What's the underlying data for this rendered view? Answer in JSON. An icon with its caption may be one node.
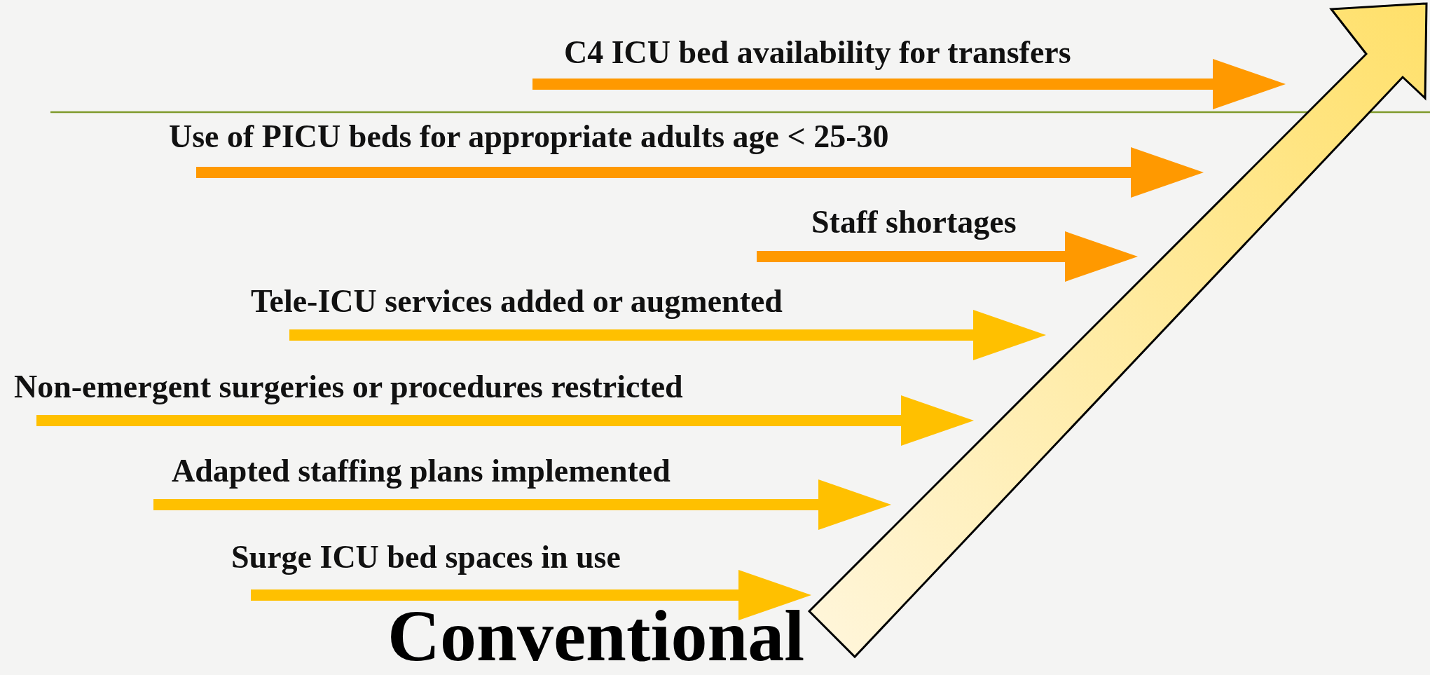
{
  "diagram": {
    "labels": [
      "C4 ICU bed availability for transfers",
      "Use of PICU beds for appropriate adults age < 25-30",
      "Staff shortages",
      "Tele-ICU services added or augmented",
      "Non-emergent surgeries or procedures restricted",
      "Adapted staffing plans implemented",
      "Surge ICU bed spaces in use",
      "Conventional"
    ]
  }
}
